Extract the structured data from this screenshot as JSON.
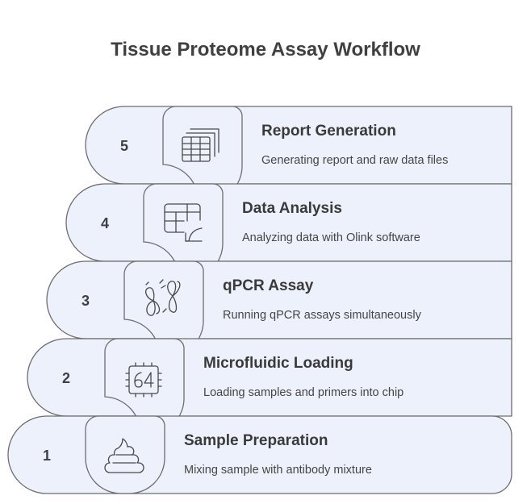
{
  "title": "Tissue Proteome Assay Workflow",
  "steps": [
    {
      "number": "1",
      "title": "Sample Preparation",
      "description": "Mixing sample with antibody mixture",
      "icon": "sample-icon"
    },
    {
      "number": "2",
      "title": "Microfluidic Loading",
      "description": "Loading samples and primers into chip",
      "icon": "chip-64-icon"
    },
    {
      "number": "3",
      "title": "qPCR Assay",
      "description": "Running qPCR assays simultaneously",
      "icon": "propeller-icon"
    },
    {
      "number": "4",
      "title": "Data Analysis",
      "description": "Analyzing data with Olink software",
      "icon": "analytics-table-icon"
    },
    {
      "number": "5",
      "title": "Report Generation",
      "description": "Generating report and raw data files",
      "icon": "report-files-icon"
    }
  ],
  "colors": {
    "fill": "#edf1fb",
    "stroke": "#6d6d6d",
    "text": "#3a3a3a"
  }
}
